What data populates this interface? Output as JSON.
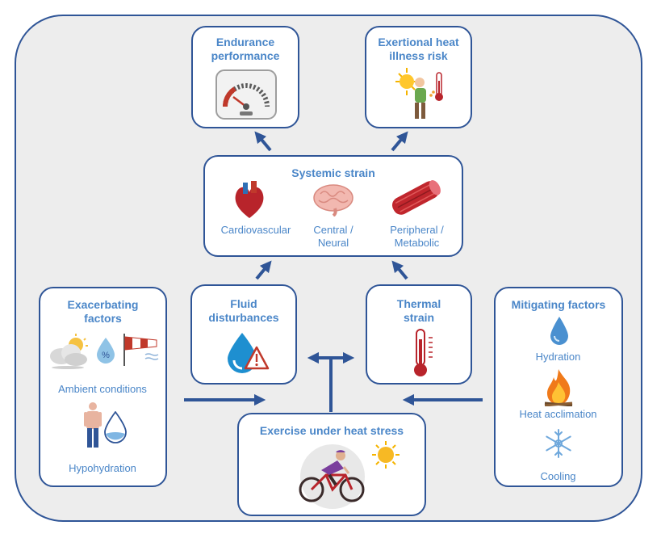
{
  "boxes": {
    "endurance": {
      "title_line1": "Endurance",
      "title_line2": "performance"
    },
    "heat_illness": {
      "title_line1": "Exertional heat",
      "title_line2": "illness risk"
    },
    "systemic": {
      "title": "Systemic strain",
      "items": [
        {
          "line1": "Cardiovascular",
          "line2": ""
        },
        {
          "line1": "Central /",
          "line2": "Neural"
        },
        {
          "line1": "Peripheral /",
          "line2": "Metabolic"
        }
      ]
    },
    "fluid": {
      "title_line1": "Fluid",
      "title_line2": "disturbances"
    },
    "thermal": {
      "title_line1": "Thermal",
      "title_line2": "strain"
    },
    "exacerbating": {
      "title_line1": "Exacerbating",
      "title_line2": "factors",
      "ambient_label": "Ambient conditions",
      "humidity_symbol": "%",
      "hypohydration_label": "Hypohydration"
    },
    "mitigating": {
      "title": "Mitigating factors",
      "hydration_label": "Hydration",
      "acclimation_label": "Heat acclimation",
      "cooling_label": "Cooling"
    },
    "exercise": {
      "title": "Exercise under heat stress"
    }
  },
  "colors": {
    "frame_border": "#2f5597",
    "background": "#ededed",
    "text_accent": "#4a86c8",
    "arrow": "#2f5597",
    "blood_red": "#b8242b"
  },
  "icons": [
    "speedometer-icon",
    "overheated-person-icon",
    "heart-icon",
    "brain-icon",
    "muscle-icon",
    "water-drop-warning-icon",
    "thermometer-icon",
    "weather-icon",
    "humidity-icon",
    "windsock-icon",
    "person-icon",
    "water-drop-icon",
    "fire-icon",
    "snowflake-icon",
    "cyclist-icon",
    "sun-icon"
  ]
}
